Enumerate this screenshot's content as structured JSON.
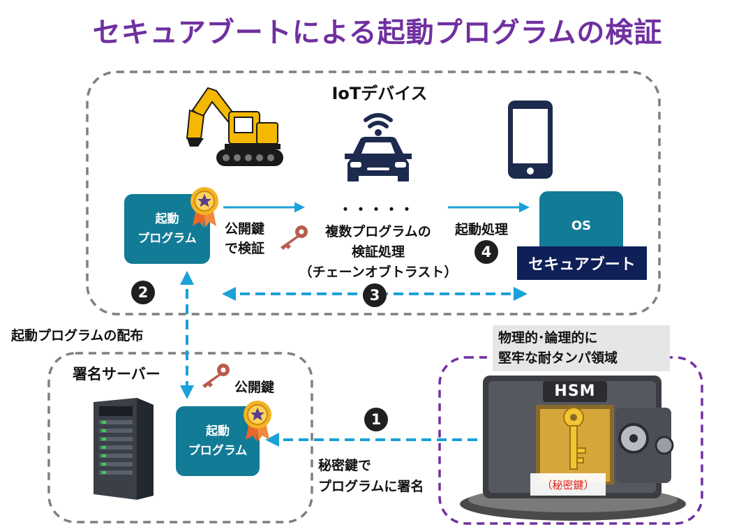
{
  "title": "セキュアブートによる起動プログラムの検証",
  "iot": {
    "label": "IoTデバイス",
    "program_card": [
      "起動",
      "プログラム"
    ],
    "verify_label": [
      "公開鍵",
      "で検証"
    ],
    "dots": "・・・・・",
    "multi_process": [
      "複数プログラムの",
      "検証処理",
      "（チェーンオブトラスト）"
    ],
    "boot_label": "起動処理",
    "os_label": "OS",
    "secure_boot_label": "セキュアブート"
  },
  "steps": {
    "s1": "1",
    "s2": "2",
    "s3": "3",
    "s4": "4"
  },
  "distribution_label": "起動プログラムの配布",
  "server": {
    "label": "署名サーバー",
    "pubkey_label": "公開鍵",
    "program_card": [
      "起動",
      "プログラム"
    ],
    "sign_label": [
      "秘密鍵で",
      "プログラムに署名"
    ]
  },
  "hsm": {
    "region_label": [
      "物理的･論理的に",
      "堅牢な耐タンパ領域"
    ],
    "safe_label": "HSM",
    "key_label": "（秘密鍵）"
  },
  "colors": {
    "title": "#7030a0",
    "card": "#127b96",
    "arrow": "#1ba1d9",
    "secure_boot_bg": "#0f1f57",
    "hsm_border": "#7030a0",
    "device_border": "#7f7f7f"
  }
}
